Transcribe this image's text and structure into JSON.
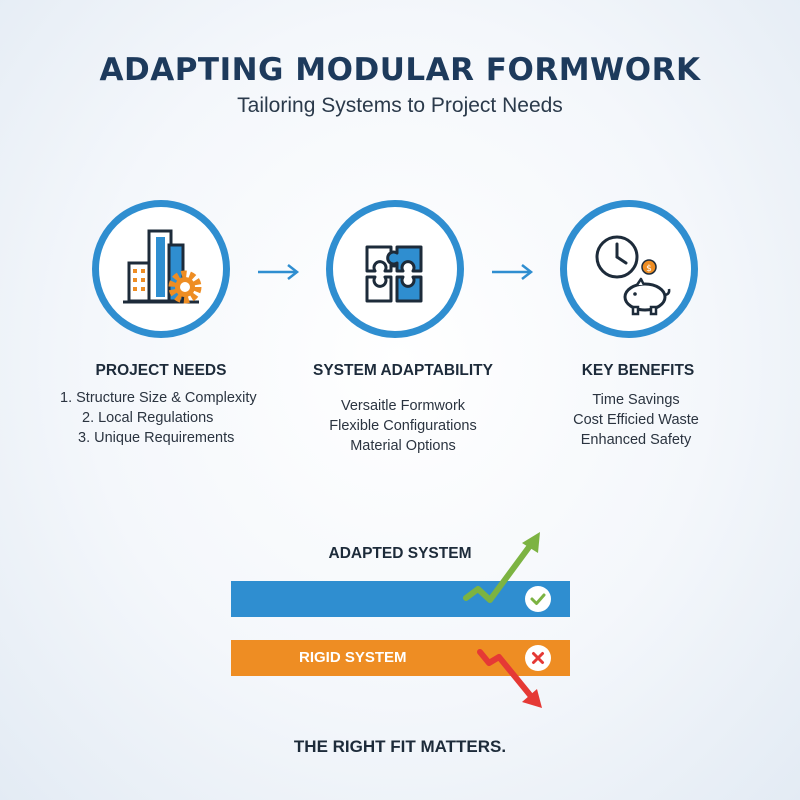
{
  "header": {
    "title": "ADAPTING MODULAR FORMWORK",
    "subtitle": "Tailoring Systems to Project Needs"
  },
  "columns": [
    {
      "heading": "PROJECT NEEDS",
      "icon": "building-gear-icon",
      "items": [
        "1. Structure Size & Complexity",
        "2. Local Regulations",
        "3. Unique Requirements"
      ]
    },
    {
      "heading": "SYSTEM ADAPTABILITY",
      "icon": "puzzle-icon",
      "items": [
        "Versaitle Formwork",
        "Flexible Configurations",
        "Material Options"
      ]
    },
    {
      "heading": "KEY BENEFITS",
      "icon": "clock-piggy-bank-icon",
      "items": [
        "Time Savings",
        "Cost Efficied Waste",
        "Enhanced Safety"
      ]
    }
  ],
  "comparison": {
    "adapted_label": "ADAPTED SYSTEM",
    "rigid_label": "RIGID SYSTEM"
  },
  "footer": {
    "tagline": "THE RIGHT FIT MATTERS."
  },
  "colors": {
    "primary_blue": "#2f8ed0",
    "accent_orange": "#ee8d23",
    "title_navy": "#1d3a5c",
    "success_green": "#7cb342",
    "danger_red": "#e53935"
  }
}
